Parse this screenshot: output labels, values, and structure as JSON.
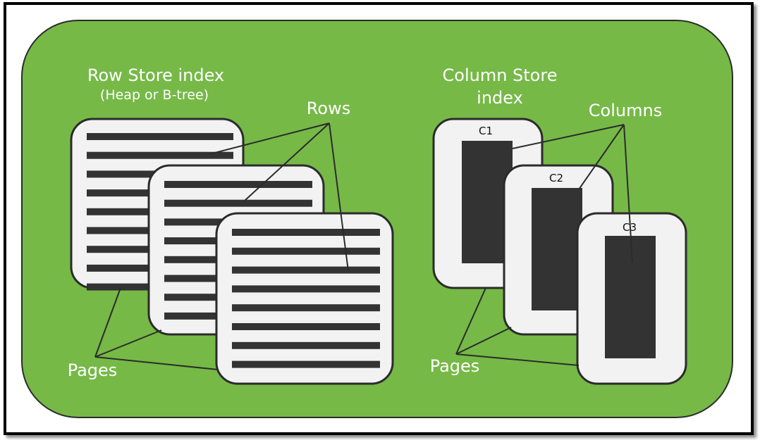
{
  "row_store": {
    "title": "Row Store index",
    "subtitle": "(Heap or B-tree)",
    "rows_label": "Rows",
    "pages_label": "Pages"
  },
  "column_store": {
    "title_line1": "Column Store",
    "title_line2": "index",
    "columns_label": "Columns",
    "pages_label": "Pages",
    "column_names": [
      "C1",
      "C2",
      "C3"
    ]
  },
  "colors": {
    "background_green": "#76b947",
    "page_fill": "#f2f2f2",
    "bar_dark": "#333333",
    "outline": "#2b2b2b",
    "label_text": "#ffffff"
  }
}
